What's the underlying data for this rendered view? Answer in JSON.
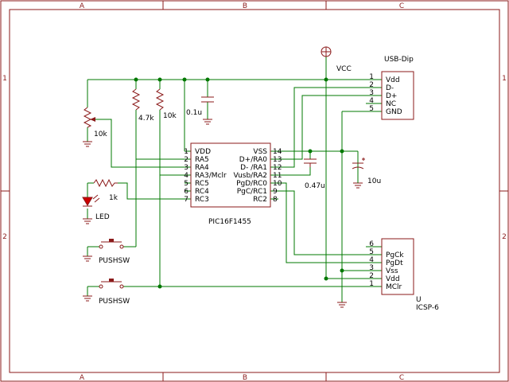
{
  "border": {
    "cols": [
      "A",
      "B",
      "C"
    ],
    "rows": [
      "1",
      "2"
    ]
  },
  "mcu": {
    "name": "PIC16F1455",
    "left_pins": [
      {
        "num": "1",
        "label": "VDD"
      },
      {
        "num": "2",
        "label": "RA5"
      },
      {
        "num": "3",
        "label": "RA4"
      },
      {
        "num": "4",
        "label": "RA3/Mclr"
      },
      {
        "num": "5",
        "label": "RC5"
      },
      {
        "num": "6",
        "label": "RC4"
      },
      {
        "num": "7",
        "label": "RC3"
      }
    ],
    "right_pins": [
      {
        "num": "14",
        "label": "VSS"
      },
      {
        "num": "13",
        "label": "D+/RA0"
      },
      {
        "num": "12",
        "label": "D- /RA1"
      },
      {
        "num": "11",
        "label": "Vusb/RA2"
      },
      {
        "num": "10",
        "label": "PgD/RC0"
      },
      {
        "num": "9",
        "label": "PgC/RC1"
      },
      {
        "num": "8",
        "label": "RC2"
      }
    ]
  },
  "usb": {
    "name": "USB-Dip",
    "pins": [
      {
        "num": "1",
        "label": "Vdd"
      },
      {
        "num": "2",
        "label": "D-"
      },
      {
        "num": "3",
        "label": "D+"
      },
      {
        "num": "4",
        "label": "NC"
      },
      {
        "num": "5",
        "label": "GND"
      }
    ]
  },
  "icsp": {
    "ref": "U",
    "name": "ICSP-6",
    "pins": [
      {
        "num": "6",
        "label": ""
      },
      {
        "num": "5",
        "label": "PgCk"
      },
      {
        "num": "4",
        "label": "PgDt"
      },
      {
        "num": "3",
        "label": "Vss"
      },
      {
        "num": "2",
        "label": "Vdd"
      },
      {
        "num": "1",
        "label": "MClr"
      }
    ]
  },
  "labels": {
    "vcc": "VCC",
    "pot": "10k",
    "r_47k": "4.7k",
    "r_10k": "10k",
    "c_01u": "0.1u",
    "c_047u": "0.47u",
    "c_10u": "10u",
    "r_1k": "1k",
    "led": "LED",
    "sw1": "PUSHSW",
    "sw2": "PUSHSW"
  }
}
